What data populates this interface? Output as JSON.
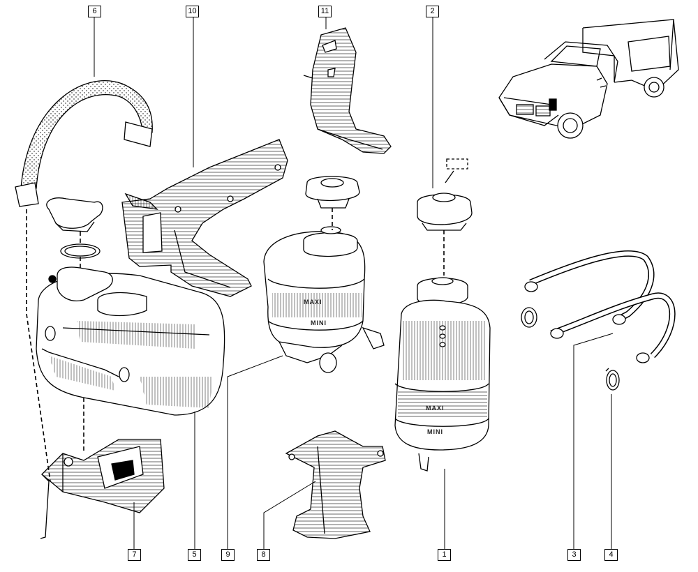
{
  "labels": {
    "l1": "1",
    "l2": "2",
    "l3": "3",
    "l4": "4",
    "l5": "5",
    "l6": "6",
    "l7": "7",
    "l8": "8",
    "l9": "9",
    "l10": "10",
    "l11": "11"
  },
  "markings": {
    "maxi_9": "MAXI",
    "mini_9": "MINI",
    "maxi_1": "MAXI",
    "mini_1": "MINI"
  }
}
